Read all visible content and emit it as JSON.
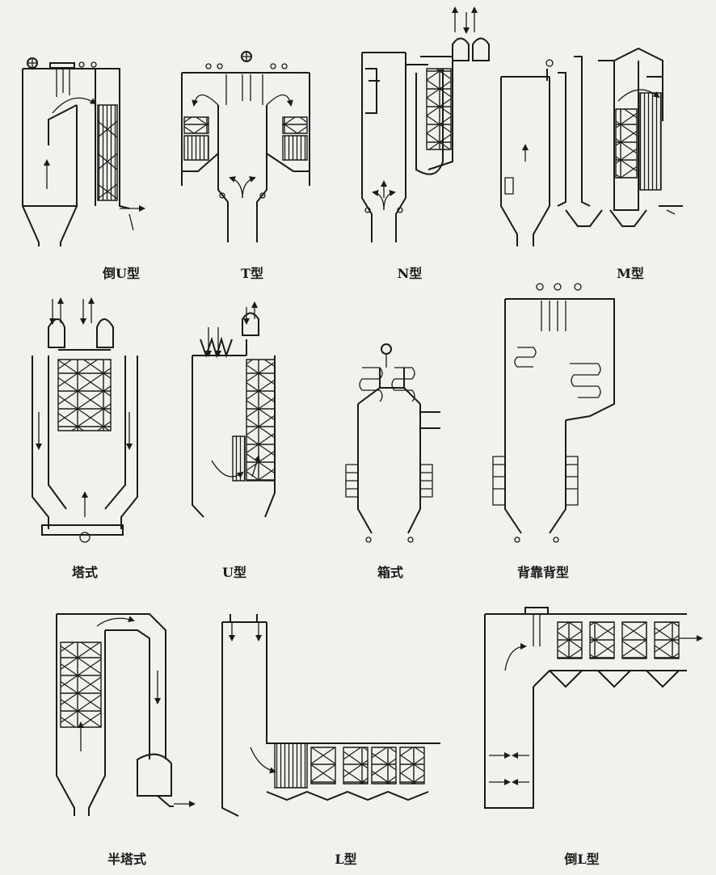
{
  "figure": {
    "labels": {
      "inverted_u": "倒U型",
      "t_type": "T型",
      "n_type": "N型",
      "m_type": "M型",
      "tower": "塔式",
      "u_type": "U型",
      "box": "箱式",
      "back_to_back": "背靠背型",
      "semi_tower": "半塔式",
      "l_type": "L型",
      "inverted_l": "倒L型"
    }
  }
}
